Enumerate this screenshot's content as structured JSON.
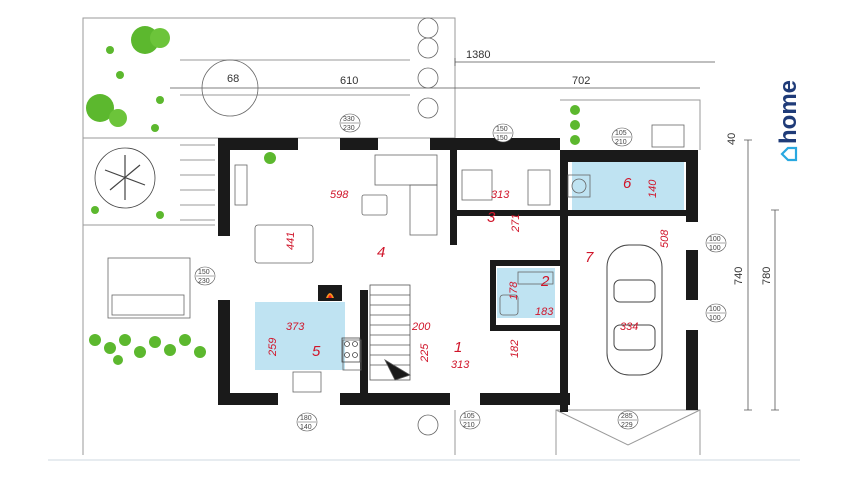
{
  "brand": {
    "name": "home",
    "icon": "house-outline-icon"
  },
  "colors": {
    "wall": "#1a1a1a",
    "dimension_red": "#d0152a",
    "wet_room": "#bfe3f2",
    "brand_blue": "#1f3b78",
    "brand_accent": "#29a8e0",
    "plants": "#5cb82e"
  },
  "overall_dimensions": {
    "total_width": "1380",
    "left_section": "610",
    "right_section": "702",
    "depth_outer": "780",
    "depth_inner": "740",
    "wall_40": "40"
  },
  "rooms": [
    {
      "number": "1",
      "dims": [
        "313",
        "182",
        "225",
        "200"
      ]
    },
    {
      "number": "2",
      "dims": [
        "178",
        "183"
      ]
    },
    {
      "number": "3",
      "dims": [
        "313",
        "271"
      ]
    },
    {
      "number": "4",
      "dims": [
        "598",
        "441"
      ]
    },
    {
      "number": "5",
      "dims": [
        "373",
        "259"
      ]
    },
    {
      "number": "6",
      "dims": [
        "140"
      ]
    },
    {
      "number": "7",
      "dims": [
        "508",
        "334"
      ]
    }
  ],
  "openings": {
    "terrace_window": [
      "330",
      "230"
    ],
    "top_window": [
      "150",
      "150"
    ],
    "side_door": [
      "105",
      "210"
    ],
    "left_window": [
      "150",
      "230"
    ],
    "garage_win_1": [
      "100",
      "100"
    ],
    "garage_win_2": [
      "100",
      "100"
    ],
    "kitchen_window": [
      "180",
      "140"
    ],
    "entrance_door": [
      "105",
      "210"
    ],
    "garage_gate": [
      "285",
      "229"
    ]
  },
  "terrace_table_size": "68",
  "icons": [
    "fireplace-icon",
    "car-icon",
    "plant-icon",
    "tree-icon",
    "stove-icon"
  ]
}
